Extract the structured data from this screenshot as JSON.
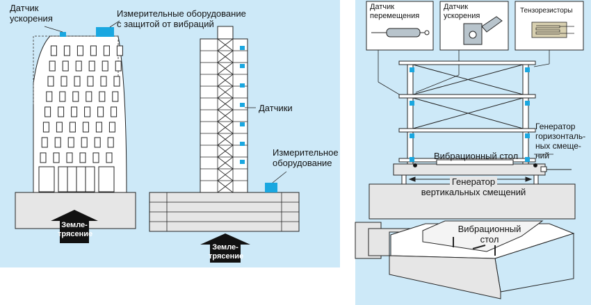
{
  "left": {
    "accel_sensor": [
      "Датчик",
      "ускорения"
    ],
    "measure_vibro": [
      "Измерительные оборудование",
      "с защитой от вибраций"
    ],
    "sensors": "Датчики",
    "measure_equipment": [
      "Измерительное",
      "оборудование"
    ],
    "quake_left": [
      "Земле-",
      "трясение"
    ],
    "quake_right": [
      "Земле-",
      "трясение"
    ]
  },
  "right": {
    "displacement_sensor": [
      "Датчик",
      "перемещения"
    ],
    "accel_sensor": [
      "Датчик",
      "ускорения"
    ],
    "strain_gauges": "Тензорезисторы",
    "horiz_generator": [
      "Генератор",
      "горизонталь-",
      "ных смеще-",
      "ний"
    ],
    "vibro_table": "Вибрационный стол",
    "vert_generator": [
      "Генератор",
      "вертикальных смещений"
    ],
    "vibro_table_bottom": [
      "Вибрационный",
      "стол"
    ]
  },
  "colors": {
    "panel_bg": "#cde9f8",
    "accent_cyan": "#1aa7e0",
    "base_gray": "#e6e6e6",
    "line": "#222222"
  }
}
